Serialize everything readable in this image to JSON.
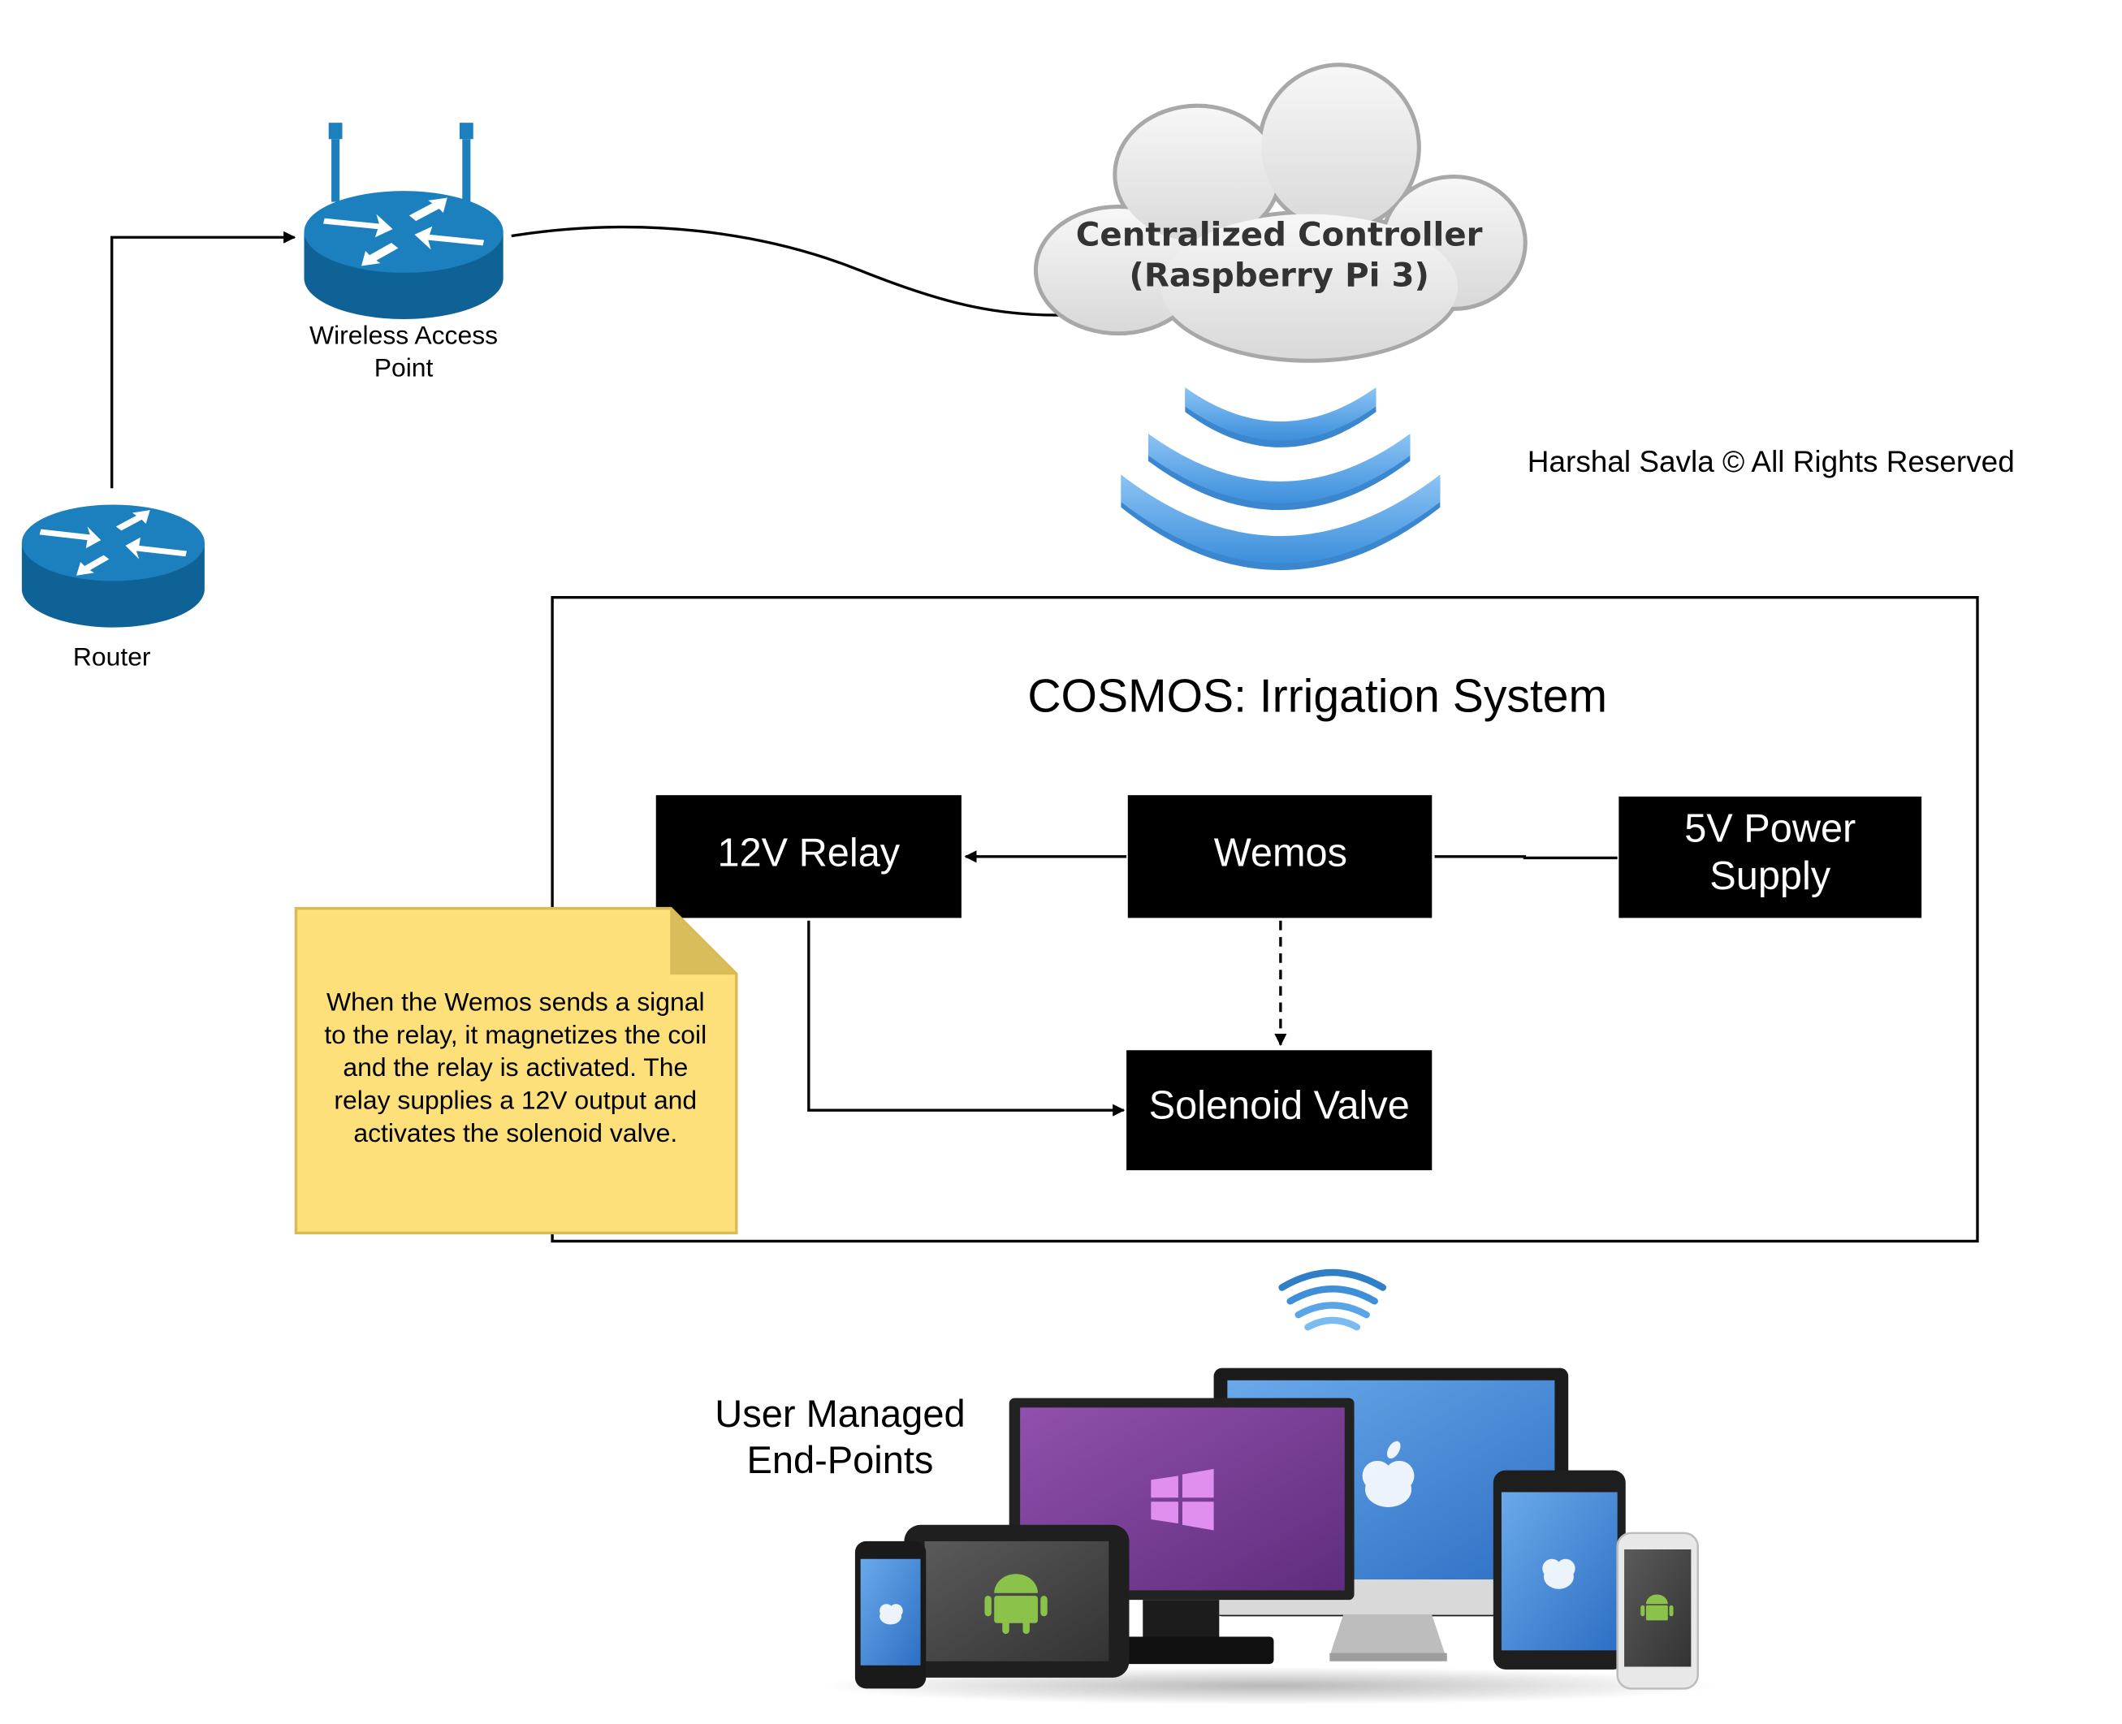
{
  "router": {
    "label": "Router"
  },
  "access_point": {
    "label_line1": "Wireless Access",
    "label_line2": "Point"
  },
  "controller": {
    "line1": "Centralized Controller",
    "line2": "(Raspberry Pi 3)"
  },
  "copyright": "Harshal Savla © All Rights Reserved",
  "system": {
    "title": "COSMOS: Irrigation System",
    "relay": "12V Relay",
    "wemos": "Wemos",
    "power_line1": "5V Power",
    "power_line2": "Supply",
    "valve": "Solenoid Valve"
  },
  "note": {
    "lines": [
      "When the Wemos sends a signal",
      "to the relay, it magnetizes the coil",
      "and the relay is activated. The",
      "relay supplies a 12V output and",
      "activates the solenoid valve."
    ]
  },
  "endpoints": {
    "line1": "User Managed",
    "line2": "End-Points"
  },
  "colors": {
    "box_fill": "#000000",
    "note_fill": "#fde07a",
    "note_border": "#d8bb55",
    "network_blue": "#1673a8",
    "wifi_blue": "#5aa5e8",
    "windows_purple": "#7a3f96",
    "apple_blue": "#3f86d6",
    "android_green": "#8bc34a"
  },
  "icons": [
    "router-icon",
    "wireless-access-point-icon",
    "cloud-icon",
    "wifi-signal-icon",
    "devices-icon",
    "apple-logo-icon",
    "windows-logo-icon",
    "android-logo-icon"
  ]
}
